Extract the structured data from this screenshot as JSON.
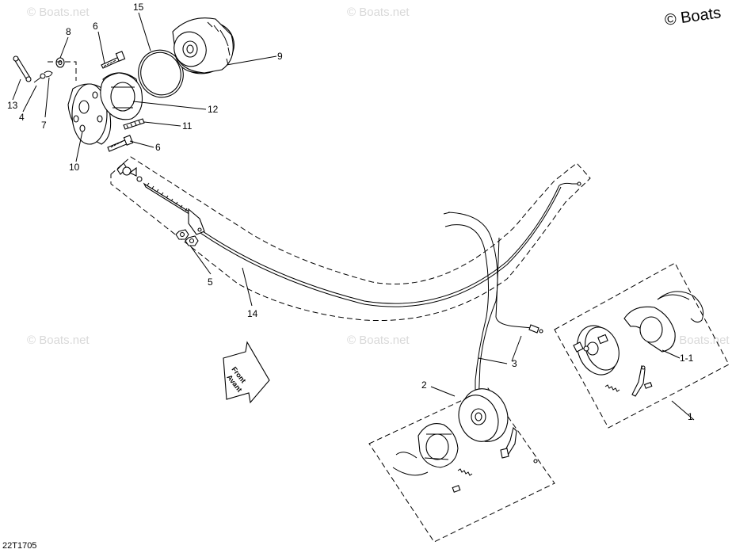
{
  "watermarks": {
    "corner": "© Boats",
    "tiled": "© Boats.net"
  },
  "diagram_code": "22T1705",
  "direction_arrow": {
    "line1": "Front",
    "line2": "Avant"
  },
  "callouts": {
    "c1": "1",
    "c1_1": "1-1",
    "c2": "2",
    "c3": "3",
    "c4": "4",
    "c5": "5",
    "c6a": "6",
    "c6b": "6",
    "c7": "7",
    "c8": "8",
    "c9": "9",
    "c10": "10",
    "c11": "11",
    "c12": "12",
    "c13": "13",
    "c14": "14",
    "c15": "15"
  }
}
